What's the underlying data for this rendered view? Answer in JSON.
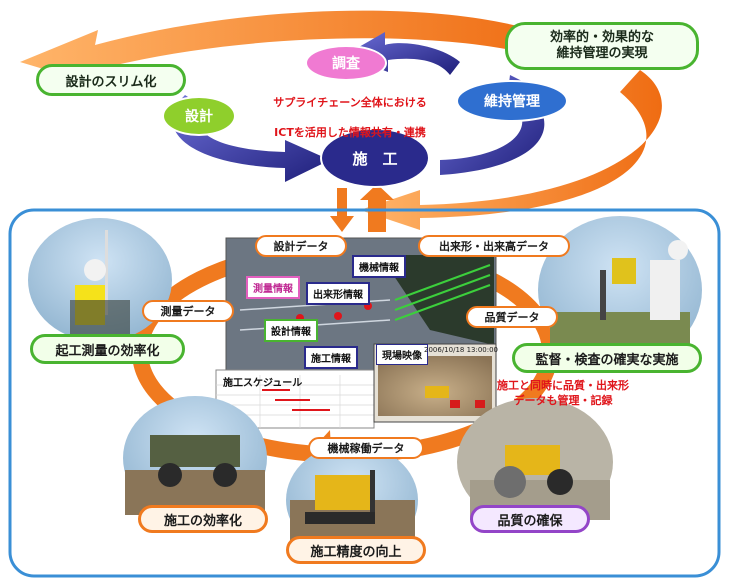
{
  "cycle": {
    "survey": "調査",
    "design": "設計",
    "construction": "施　工",
    "maintenance": "維持管理",
    "center_caption_1": "サプライチェーン全体における",
    "center_caption_2": "ICTを活用した情報共有・連携"
  },
  "goals": {
    "slim_design": "設計のスリム化",
    "efficient_maintenance": "効率的・効果的な\n維持管理の実現"
  },
  "data_flow": {
    "design_data": "設計データ",
    "asbuilt_data": "出来形・出来高データ",
    "survey_data": "測量データ",
    "quality_data": "品質データ",
    "machine_operation_data": "機械稼働データ"
  },
  "screen_tags": {
    "survey_info": "測量情報",
    "machine_info": "機械情報",
    "asbuilt_info": "出来形情報",
    "design_info": "設計情報",
    "construction_info": "施工情報",
    "site_video": "現場映像",
    "schedule": "施工スケジュール",
    "timestamp": "2006/10/18 13:00:00"
  },
  "effects": {
    "surveying": "起工測量の効率化",
    "inspection": "監督・検査の確実な実施",
    "construction_efficiency": "施工の効率化",
    "precision": "施工精度の向上",
    "quality": "品質の確保"
  },
  "note": "施工と同時に品質・出来形\nデータも管理・記録",
  "colors": {
    "navy": "#2a2a8c",
    "arrow_orange": "#f07a1f",
    "green": "#49b430",
    "frame_blue": "#3a8fd6",
    "pink": "#e35fbf",
    "red": "#e0151b",
    "purple": "#9345c8"
  }
}
